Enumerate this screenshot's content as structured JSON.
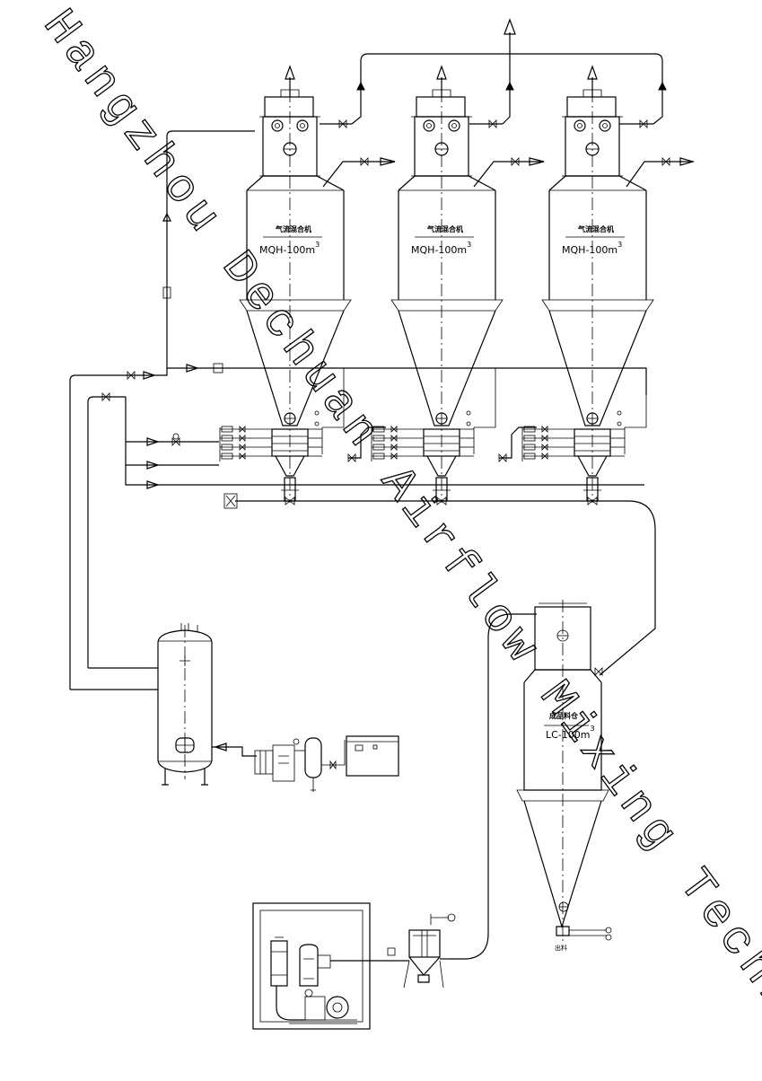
{
  "watermark": "Hangzhou Dechuan Airflow Mixing Techn",
  "mixers": [
    {
      "cn_label": "气流混合机",
      "model": "MQH-100m",
      "sup": "3"
    },
    {
      "cn_label": "气流混合机",
      "model": "MQH-100m",
      "sup": "3"
    },
    {
      "cn_label": "气流混合机",
      "model": "MQH-100m",
      "sup": "3"
    }
  ],
  "silo": {
    "cn_label": "成品料仓",
    "model": "LC-100m",
    "sup": "3",
    "outlet_label": "出料"
  }
}
